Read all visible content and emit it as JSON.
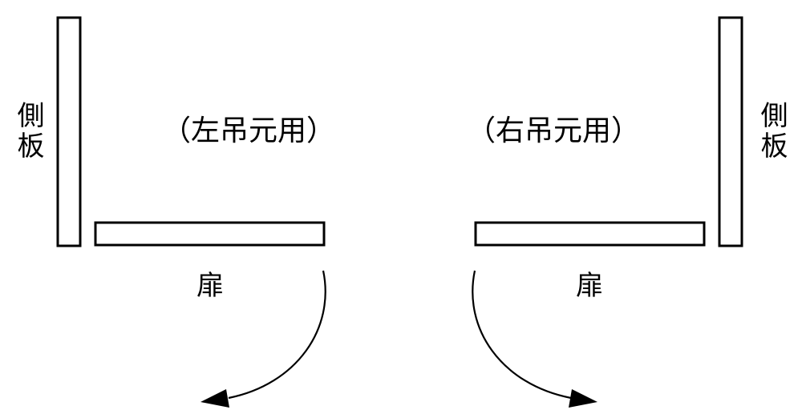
{
  "left": {
    "side_panel_label": "側板",
    "caption": "（左吊元用）",
    "door_label": "扉"
  },
  "right": {
    "side_panel_label": "側板",
    "caption": "（右吊元用）",
    "door_label": "扉"
  },
  "colors": {
    "line": "#000000",
    "background": "#ffffff"
  }
}
